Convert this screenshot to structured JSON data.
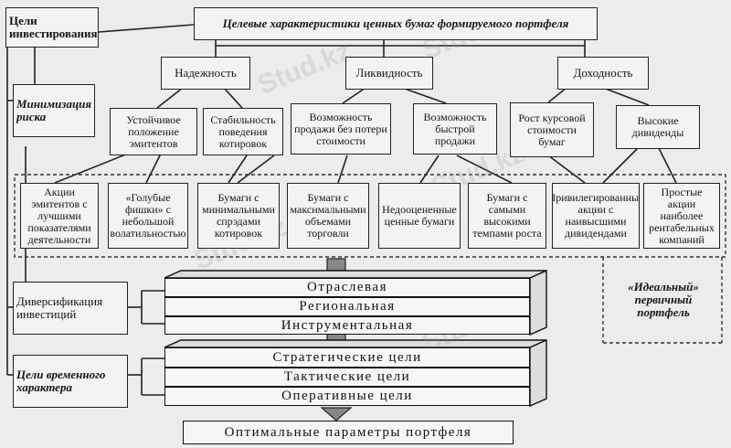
{
  "title": "Целевые характеристики ценных бумаг формируемого портфеля",
  "goals_box": "Цели инвестирования",
  "risk_box": "Минимизация риска",
  "diversification_box": "Диверсификация инвестиций",
  "temporal_box": "Цели временного характера",
  "ideal_label": "«Идеальный» первичный портфель",
  "categories": [
    "Надежность",
    "Ликвидность",
    "Доходность"
  ],
  "criteria": [
    "Устойчивое положение эмитентов",
    "Стабильность поведения котировок",
    "Возможность продажи без потери стоимости",
    "Возможность быстрой продажи",
    "Рост курсовой стоимости бумаг",
    "Высокие дивиденды"
  ],
  "securities": [
    "Акции эмитентов с лучшими показателями деятельности",
    "«Голубые фишки» с небольшой волатильностью",
    "Бумаги с минимальными спрэдами котировок",
    "Бумаги с максимальными объемами торговли",
    "Недооцененные ценные бумаги",
    "Бумаги с самыми высокими темпами роста",
    "Привилегированные акции с наивысшими дивидендами",
    "Простые акции наиболее рентабельных компаний"
  ],
  "diversification_levels": [
    "Отраслевая",
    "Региональная",
    "Инструментальная"
  ],
  "temporal_levels": [
    "Стратегические цели",
    "Тактические цели",
    "Оперативные цели"
  ],
  "result": "Оптимальные параметры портфеля",
  "watermark": "Stud.kz"
}
